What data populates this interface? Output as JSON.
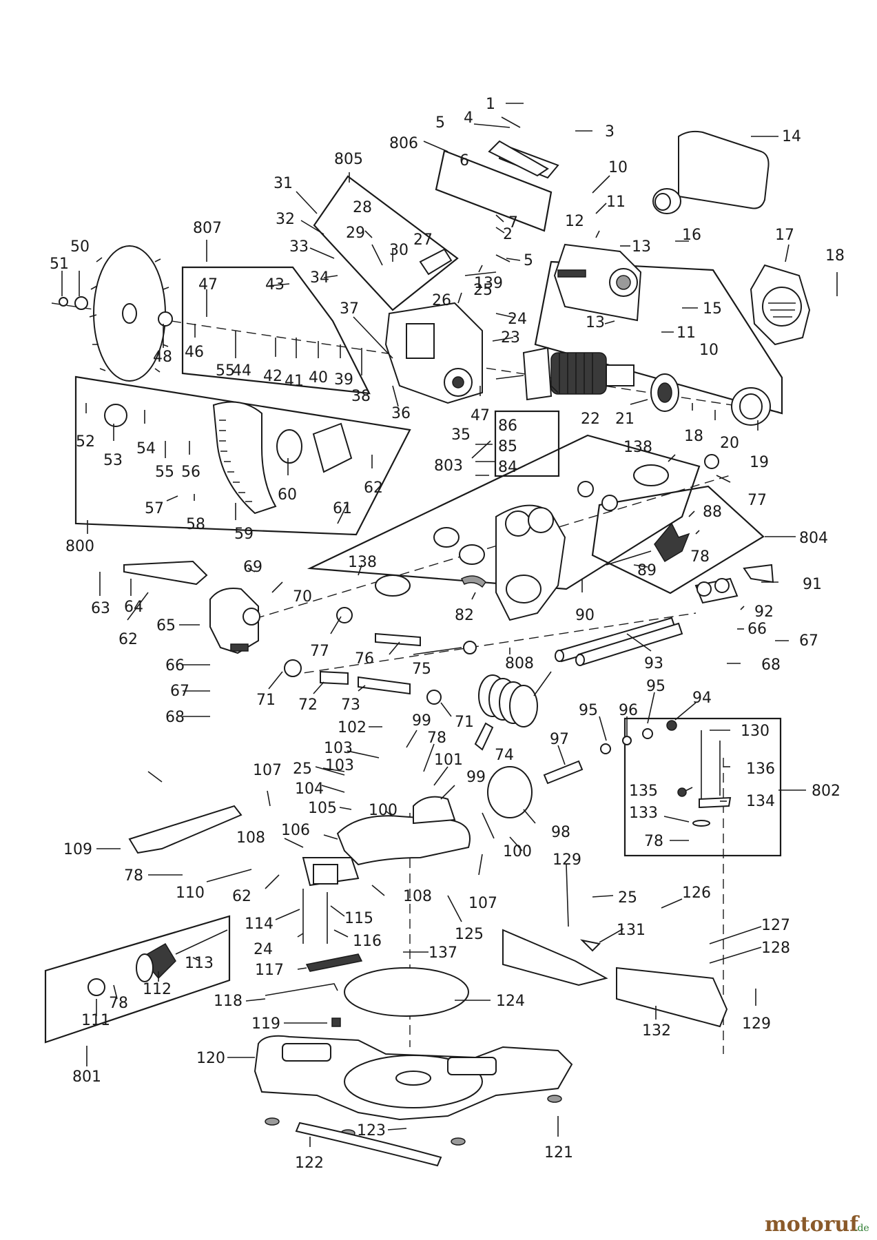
{
  "labels": {
    "l1": "1",
    "l3": "3",
    "l4": "4",
    "l5": "5",
    "l14": "14",
    "l806": "806",
    "l6": "6",
    "l10": "10",
    "l11": "11",
    "l805": "805",
    "l7": "7",
    "l2": "2",
    "l12": "12",
    "l13": "13",
    "l16": "16",
    "l17": "17",
    "l18": "18",
    "l31": "31",
    "l28": "28",
    "l29": "29",
    "l32": "32",
    "l30": "30",
    "l27": "27",
    "l33": "33",
    "l807": "807",
    "l34": "34",
    "l139": "139",
    "l5b": "5",
    "l50": "50",
    "l51": "51",
    "l47": "47",
    "l43": "43",
    "l25": "25",
    "l15": "15",
    "l26": "26",
    "l37": "37",
    "l24": "24",
    "l13b": "13",
    "l11b": "11",
    "l10b": "10",
    "l23": "23",
    "l48": "48",
    "l46": "46",
    "l55": "55",
    "l44": "44",
    "l42": "42",
    "l41": "41",
    "l40": "40",
    "l39": "39",
    "l38": "38",
    "l36": "36",
    "l47b": "47",
    "l22": "22",
    "l21": "21",
    "l18b": "18",
    "l20": "20",
    "l52": "52",
    "l54": "54",
    "l53": "53",
    "l55b": "55",
    "l56": "56",
    "l60": "60",
    "l62": "62",
    "l35": "35",
    "l86": "86",
    "l85": "85",
    "l803": "803",
    "l84": "84",
    "l19": "19",
    "l138": "138",
    "l77": "77",
    "l57": "57",
    "l58": "58",
    "l59": "59",
    "l61": "61",
    "l88": "88",
    "l804": "804",
    "l800": "800",
    "l78": "78",
    "l138b": "138",
    "l69": "69",
    "l89": "89",
    "l63": "63",
    "l64": "64",
    "l70": "70",
    "l91": "91",
    "l82": "82",
    "l90": "90",
    "l92": "92",
    "l62b": "62",
    "l65": "65",
    "l66": "66",
    "l67": "67",
    "l77b": "77",
    "l76": "76",
    "l75": "75",
    "l808": "808",
    "l93": "93",
    "l68": "68",
    "l66b": "66",
    "l67b": "67",
    "l68b": "68",
    "l71": "71",
    "l72": "72",
    "l73": "73",
    "l71b": "71",
    "l95": "95",
    "l94": "94",
    "l102": "102",
    "l99": "99",
    "l96": "96",
    "l95b": "95",
    "l78b": "78",
    "l97": "97",
    "l103": "103",
    "l101": "101",
    "l25b": "25",
    "l103b": "103",
    "l74": "74",
    "l130": "130",
    "l107": "107",
    "l99b": "99",
    "l136": "136",
    "l104": "104",
    "l802": "802",
    "l135": "135",
    "l134": "134",
    "l105": "105",
    "l100": "100",
    "l133": "133",
    "l106": "106",
    "l98": "98",
    "l108": "108",
    "l78c": "78",
    "l109": "109",
    "l100b": "100",
    "l129": "129",
    "l78d": "78",
    "l110": "110",
    "l107b": "107",
    "l25c": "25",
    "l62c": "62",
    "l108b": "108",
    "l126": "126",
    "l114": "114",
    "l115": "115",
    "l127": "127",
    "l131": "131",
    "l125": "125",
    "l128": "128",
    "l24b": "24",
    "l116": "116",
    "l137": "137",
    "l113": "113",
    "l117": "117",
    "l112": "112",
    "l78e": "78",
    "l124": "124",
    "l118": "118",
    "l111": "111",
    "l119": "119",
    "l132": "132",
    "l129b": "129",
    "l120": "120",
    "l801": "801",
    "l123": "123",
    "l121": "121",
    "l122": "122"
  },
  "watermark": {
    "brand": "motoruf",
    "suffix": ".de"
  },
  "colors": {
    "line": "#1a1a1a",
    "background": "#ffffff",
    "watermark_brand": "#8a5a2a",
    "watermark_accent": "#2e7d32"
  }
}
